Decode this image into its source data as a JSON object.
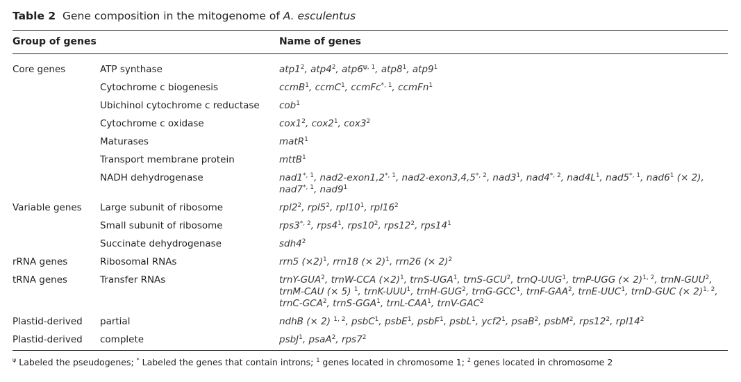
{
  "table": {
    "number": "Table 2",
    "caption_plain": "Gene composition in the mitogenome of ",
    "caption_species": "A. esculentus",
    "headers": [
      "Group of genes",
      "Name of genes"
    ],
    "rows": [
      {
        "group": "Core genes",
        "function": "ATP synthase",
        "genes": [
          [
            "atp1",
            "2",
            ", "
          ],
          [
            "atp4",
            "2",
            ", "
          ],
          [
            "atp6",
            "ψ, 1",
            ", "
          ],
          [
            "atp8",
            "1",
            ", "
          ],
          [
            "atp9",
            "1",
            ""
          ]
        ]
      },
      {
        "group": "",
        "function": "Cytochrome c biogenesis",
        "genes": [
          [
            "ccmB",
            "1",
            ", "
          ],
          [
            "ccmC",
            "1",
            ", "
          ],
          [
            "ccmFc",
            "*, 1",
            ", "
          ],
          [
            "ccmFn",
            "1",
            ""
          ]
        ]
      },
      {
        "group": "",
        "function": "Ubichinol cytochrome c reductase",
        "genes": [
          [
            "cob",
            "1",
            ""
          ]
        ]
      },
      {
        "group": "",
        "function": "Cytochrome c oxidase",
        "genes": [
          [
            "cox1",
            "2",
            ", "
          ],
          [
            "cox2",
            "1",
            ", "
          ],
          [
            "cox3",
            "2",
            ""
          ]
        ]
      },
      {
        "group": "",
        "function": "Maturases",
        "genes": [
          [
            "matR",
            "1",
            ""
          ]
        ]
      },
      {
        "group": "",
        "function": "Transport membrane protein",
        "genes": [
          [
            "mttB",
            "1",
            ""
          ]
        ]
      },
      {
        "group": "",
        "function": "NADH dehydrogenase",
        "genes": [
          [
            "nad1",
            "*, 1",
            ", "
          ],
          [
            "nad2-exon1,2",
            "*, 1",
            ", "
          ],
          [
            "nad2-exon3,4,5",
            "*, 2",
            ", "
          ],
          [
            "nad3",
            "1",
            ", "
          ],
          [
            "nad4",
            "*, 2",
            ", "
          ],
          [
            "nad4L",
            "1",
            ", "
          ],
          [
            "nad5",
            "*, 1",
            ", "
          ],
          [
            "nad6",
            "1",
            " (× 2), "
          ],
          [
            "nad7",
            "*, 1",
            ", "
          ],
          [
            "nad9",
            "1",
            ""
          ]
        ]
      },
      {
        "group": "Variable genes",
        "function": "Large subunit of ribosome",
        "genes": [
          [
            "rpl2",
            "2",
            ", "
          ],
          [
            "rpl5",
            "2",
            ", "
          ],
          [
            "rpl10",
            "1",
            ", "
          ],
          [
            "rpl16",
            "2",
            ""
          ]
        ]
      },
      {
        "group": "",
        "function": "Small subunit of ribosome",
        "genes": [
          [
            "rps3",
            "*, 2",
            ", "
          ],
          [
            "rps4",
            "1",
            ", "
          ],
          [
            "rps10",
            "2",
            ", "
          ],
          [
            "rps12",
            "2",
            ", "
          ],
          [
            "rps14",
            "1",
            ""
          ]
        ]
      },
      {
        "group": "",
        "function": "Succinate dehydrogenase",
        "genes": [
          [
            "sdh4",
            "2",
            ""
          ]
        ]
      },
      {
        "group": "rRNA genes",
        "function": "Ribosomal RNAs",
        "genes": [
          [
            "rrn5 (×2)",
            "1",
            ", "
          ],
          [
            "rrn18 (× 2)",
            "1",
            ", "
          ],
          [
            "rrn26 (× 2)",
            "2",
            ""
          ]
        ]
      },
      {
        "group": "tRNA genes",
        "function": "Transfer RNAs",
        "genes": [
          [
            "trnY-GUA",
            "2",
            ", "
          ],
          [
            "trnW-CCA (×2)",
            "1",
            ", "
          ],
          [
            "trnS-UGA",
            "1",
            ", "
          ],
          [
            "trnS-GCU",
            "2",
            ", "
          ],
          [
            "trnQ-UUG",
            "1",
            ", "
          ],
          [
            "trnP-UGG (× 2)",
            "1, 2",
            ", "
          ],
          [
            "trnN-GUU",
            "2",
            ", "
          ],
          [
            "trnM-CAU (× 5) ",
            "1",
            ", "
          ],
          [
            "trnK-UUU",
            "1",
            ", "
          ],
          [
            "trnH-GUG",
            "2",
            ", "
          ],
          [
            "trnG-GCC",
            "1",
            ", "
          ],
          [
            "trnF-GAA",
            "2",
            ", "
          ],
          [
            "trnE-UUC",
            "1",
            ", "
          ],
          [
            "trnD-GUC (× 2)",
            "1, 2",
            ", "
          ],
          [
            "trnC-GCA",
            "2",
            ", "
          ],
          [
            "trnS-GGA",
            "1",
            ", "
          ],
          [
            "trnL-CAA",
            "1",
            ", "
          ],
          [
            "trnV-GAC",
            "2",
            ""
          ]
        ]
      },
      {
        "group": "Plastid-derived",
        "function": "partial",
        "genes": [
          [
            "ndhB (× 2) ",
            "1, 2",
            ", "
          ],
          [
            "psbC",
            "1",
            ", "
          ],
          [
            "psbE",
            "1",
            ", "
          ],
          [
            "psbF",
            "1",
            ", "
          ],
          [
            "psbL",
            "1",
            ", "
          ],
          [
            "ycf2",
            "1",
            ", "
          ],
          [
            "psaB",
            "2",
            ", "
          ],
          [
            "psbM",
            "2",
            ", "
          ],
          [
            "rps12",
            "2",
            ", "
          ],
          [
            "rpl14",
            "2",
            ""
          ]
        ]
      },
      {
        "group": "Plastid-derived",
        "function": "complete",
        "genes": [
          [
            "psbJ",
            "1",
            ", "
          ],
          [
            "psaA",
            "2",
            ", "
          ],
          [
            "rps7",
            "2",
            ""
          ]
        ]
      }
    ]
  },
  "footnote": [
    [
      "ψ",
      " Labeled the pseudogenes; "
    ],
    [
      "*",
      " Labeled the genes that contain introns; "
    ],
    [
      "1",
      " genes located in chromosome 1; "
    ],
    [
      "2",
      " genes located in chromosome 2"
    ]
  ]
}
